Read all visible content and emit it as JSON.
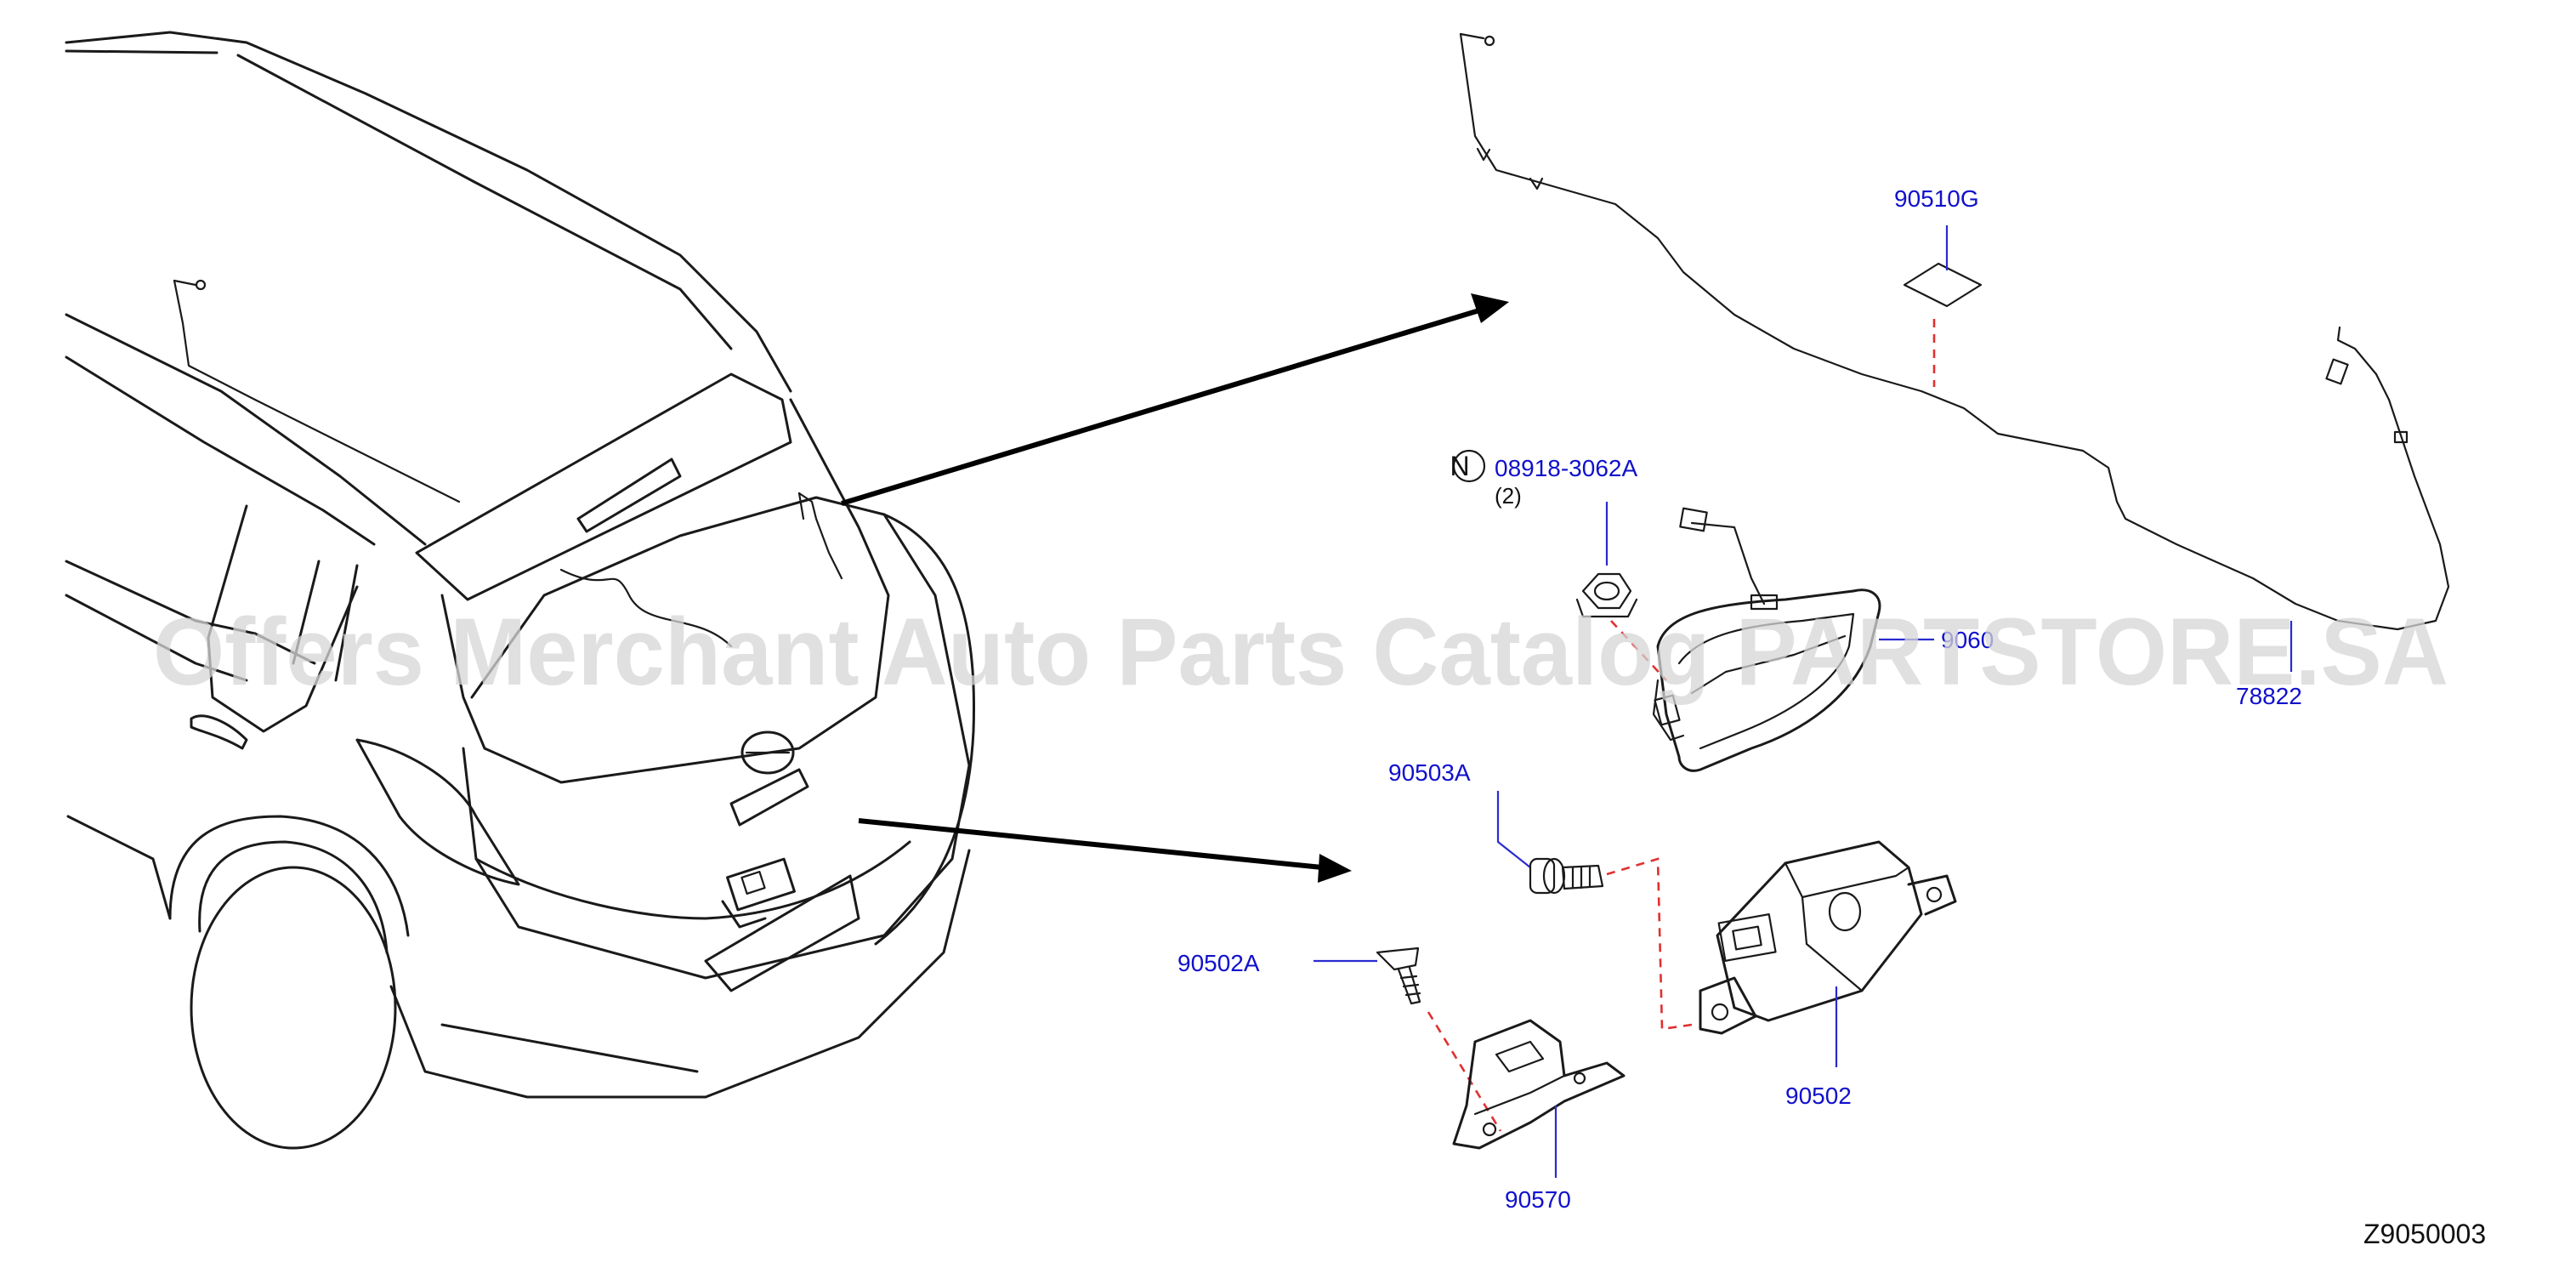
{
  "watermark": "Offers Merchant Auto Parts Catalog PARTSTORE.SA",
  "diagram_ref": "Z9050003",
  "note_symbol": "N",
  "parts": {
    "p90510G": "90510G",
    "p08918": "08918-3062A",
    "p08918_qty": "(2)",
    "p9060x": "9060",
    "p78822": "78822",
    "p90503A": "90503A",
    "p90502A": "90502A",
    "p90502": "90502",
    "p90570": "90570"
  },
  "colors": {
    "label": "#1010cc",
    "leader": "#2a2ad0",
    "dash": "#e03030",
    "line": "#1a1a1a",
    "watermark": "#d6d6d6"
  }
}
